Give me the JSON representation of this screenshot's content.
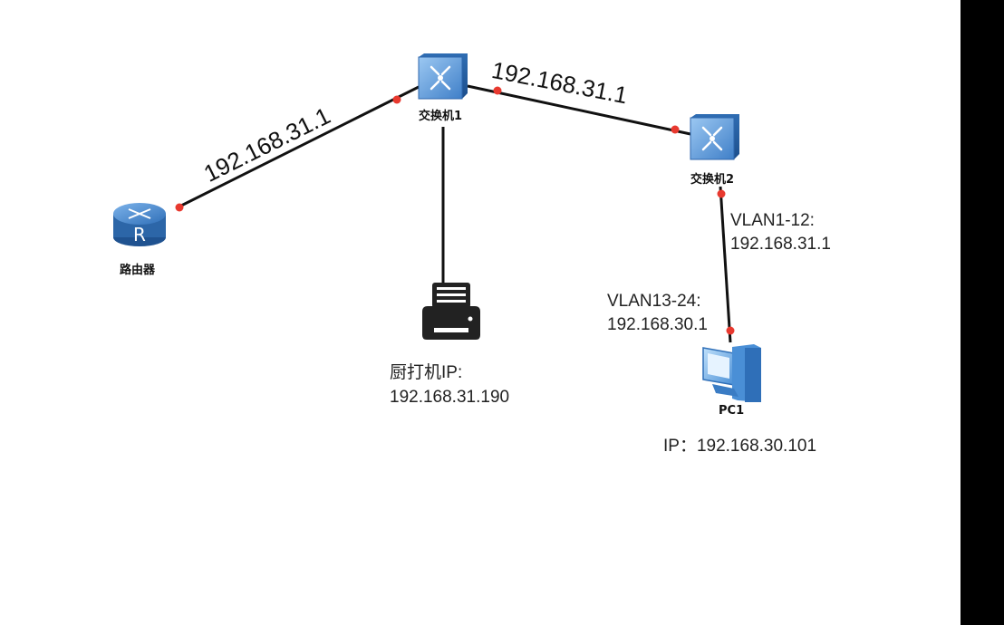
{
  "devices": {
    "router": {
      "label": "路由器"
    },
    "switch1": {
      "label": "交换机1"
    },
    "switch2": {
      "label": "交换机2"
    },
    "pc1": {
      "label": "PC1"
    }
  },
  "links": {
    "router_switch1": "192.168.31.1",
    "switch1_switch2": "192.168.31.1"
  },
  "annotations": {
    "printer_line1": "厨打机IP:",
    "printer_line2": "192.168.31.190",
    "vlan_a_line1": "VLAN1-12:",
    "vlan_a_line2": "192.168.31.1",
    "vlan_b_line1": "VLAN13-24:",
    "vlan_b_line2": "192.168.30.1",
    "pc_ip": "IP：192.168.30.101"
  },
  "colors": {
    "link": "#111111",
    "port_dot": "#e8392f",
    "device_blue": "#4f8fd6",
    "printer": "#222222"
  }
}
